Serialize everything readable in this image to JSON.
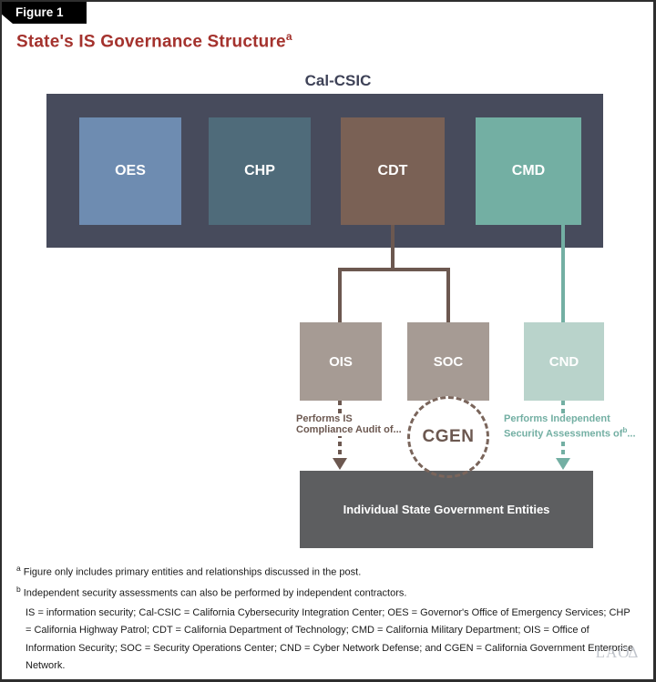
{
  "figure_label": "Figure 1",
  "title": {
    "text": "State's IS Governance Structure",
    "superscript": "a",
    "color": "#A4322D"
  },
  "diagram": {
    "group": {
      "label": "Cal-CSIC",
      "container_color": "#474B5C",
      "label_color": "#3E4257"
    },
    "parent_boxes": [
      {
        "label": "OES",
        "color": "#6E8CB1"
      },
      {
        "label": "CHP",
        "color": "#4F6B7A"
      },
      {
        "label": "CDT",
        "color": "#7A6155"
      },
      {
        "label": "CMD",
        "color": "#73AFA3"
      }
    ],
    "child_boxes": [
      {
        "label": "OIS",
        "color": "#A69B94"
      },
      {
        "label": "SOC",
        "color": "#A69B94"
      },
      {
        "label": "CND",
        "color": "#B9D3CB"
      }
    ],
    "connector_colors": {
      "cdt_branch": "#6C5850",
      "cmd_branch": "#73AFA3"
    },
    "network_node": {
      "label": "CGEN",
      "border_color": "#7A655B",
      "text_color": "#6C5850"
    },
    "annotation_left": {
      "line1": "Performs IS",
      "line2": "Compliance Audit of...",
      "color": "#6C5850"
    },
    "annotation_right": {
      "line1": "Performs Independent",
      "line2_pre": "Security Assessments of",
      "superscript": "b",
      "line2_post": "...",
      "color": "#73AFA3"
    },
    "target_box": {
      "label": "Individual State Government Entities",
      "color": "#5D5E60"
    }
  },
  "footnotes": [
    {
      "marker": "a",
      "text": "Figure only includes primary entities and relationships discussed in the post."
    },
    {
      "marker": "b",
      "text": "Independent security assessments can also be performed by independent contractors."
    }
  ],
  "definitions": "IS = information security; Cal-CSIC = California Cybersecurity Integration Center; OES = Governor's Office of Emergency Services; CHP = California Highway Patrol; CDT = California Department of Technology; CMD = California Military Department; OIS = Office of Information Security; SOC = Security Operations Center; CND = Cyber Network Defense; and CGEN = California Government Enterprise Network.",
  "logo": {
    "text": "LAO",
    "mark": "∆"
  }
}
